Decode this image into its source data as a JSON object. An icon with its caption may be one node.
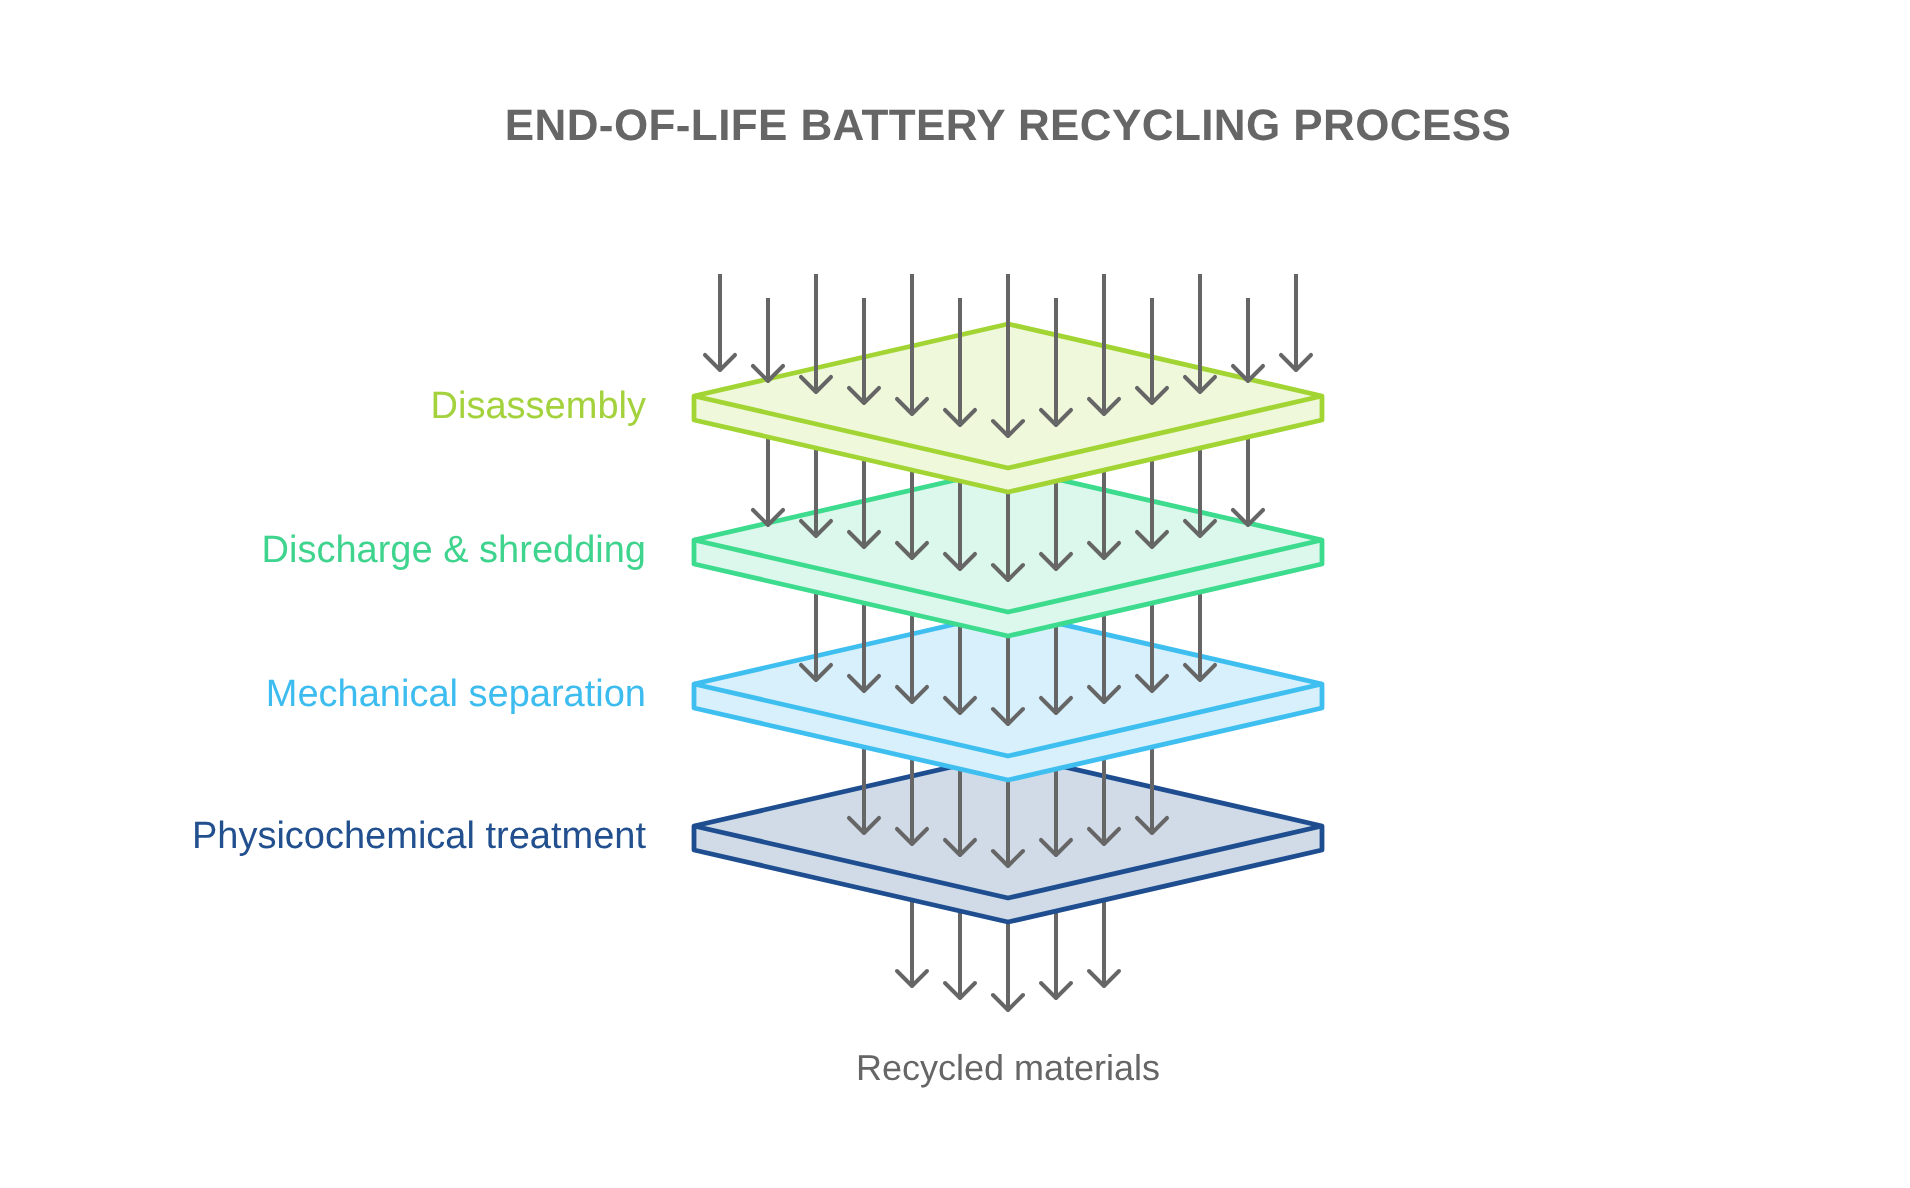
{
  "diagram": {
    "title": "END-OF-LIFE BATTERY RECYCLING PROCESS",
    "nodes": [
      {
        "text": [
          "Disassembly"
        ]
      },
      {
        "text": [
          "Discharge & shredding"
        ]
      },
      {
        "text": [
          "Mechanical separation"
        ]
      },
      {
        "text": [
          "Physicochemical treatment"
        ]
      },
      {
        "text": [
          "Recycled materials"
        ]
      }
    ],
    "edges": [
      {
        "from": null,
        "to": 0,
        "arrow": "to"
      },
      {
        "from": null,
        "to": 0,
        "arrow": "to"
      },
      {
        "from": null,
        "to": 0,
        "arrow": "to"
      },
      {
        "from": null,
        "to": 0,
        "arrow": "to"
      },
      {
        "from": null,
        "to": 0,
        "arrow": "to"
      },
      {
        "from": null,
        "to": 0,
        "arrow": "to"
      },
      {
        "from": null,
        "to": 0,
        "arrow": "to"
      },
      {
        "from": null,
        "to": 0,
        "arrow": "to"
      },
      {
        "from": null,
        "to": 0,
        "arrow": "to"
      },
      {
        "from": null,
        "to": 0,
        "arrow": "to"
      },
      {
        "from": null,
        "to": 0,
        "arrow": "to"
      },
      {
        "from": null,
        "to": 0,
        "arrow": "to"
      },
      {
        "from": null,
        "to": 0,
        "arrow": "to"
      },
      {
        "from": 0,
        "to": 1,
        "arrow": "to"
      },
      {
        "from": 0,
        "to": 1,
        "arrow": "to"
      },
      {
        "from": 0,
        "to": 1,
        "arrow": "to"
      },
      {
        "from": 0,
        "to": 1,
        "arrow": "to"
      },
      {
        "from": 0,
        "to": 1,
        "arrow": "to"
      },
      {
        "from": 0,
        "to": 1,
        "arrow": "to"
      },
      {
        "from": 0,
        "to": 1,
        "arrow": "to"
      },
      {
        "from": 0,
        "to": 1,
        "arrow": "to"
      },
      {
        "from": 0,
        "to": 1,
        "arrow": "to"
      },
      {
        "from": 0,
        "to": 1,
        "arrow": "to"
      },
      {
        "from": 0,
        "to": 1,
        "arrow": "to"
      },
      {
        "from": 1,
        "to": 2,
        "arrow": "to"
      },
      {
        "from": 1,
        "to": 2,
        "arrow": "to"
      },
      {
        "from": 1,
        "to": 2,
        "arrow": "to"
      },
      {
        "from": 1,
        "to": 2,
        "arrow": "to"
      },
      {
        "from": 1,
        "to": 2,
        "arrow": "to"
      },
      {
        "from": 1,
        "to": 2,
        "arrow": "to"
      },
      {
        "from": 1,
        "to": 2,
        "arrow": "to"
      },
      {
        "from": 1,
        "to": 2,
        "arrow": "to"
      },
      {
        "from": 1,
        "to": 2,
        "arrow": "to"
      },
      {
        "from": 2,
        "to": 3,
        "arrow": "to"
      },
      {
        "from": 2,
        "to": 3,
        "arrow": "to"
      },
      {
        "from": 2,
        "to": 3,
        "arrow": "to"
      },
      {
        "from": 2,
        "to": 3,
        "arrow": "to"
      },
      {
        "from": 2,
        "to": 3,
        "arrow": "to"
      },
      {
        "from": 2,
        "to": 3,
        "arrow": "to"
      },
      {
        "from": 2,
        "to": 3,
        "arrow": "to"
      },
      {
        "from": 3,
        "to": 4,
        "arrow": "to"
      },
      {
        "from": 3,
        "to": 4,
        "arrow": "to"
      },
      {
        "from": 3,
        "to": 4,
        "arrow": "to"
      },
      {
        "from": 3,
        "to": 4,
        "arrow": "to"
      },
      {
        "from": 3,
        "to": 4,
        "arrow": "to"
      }
    ]
  }
}
